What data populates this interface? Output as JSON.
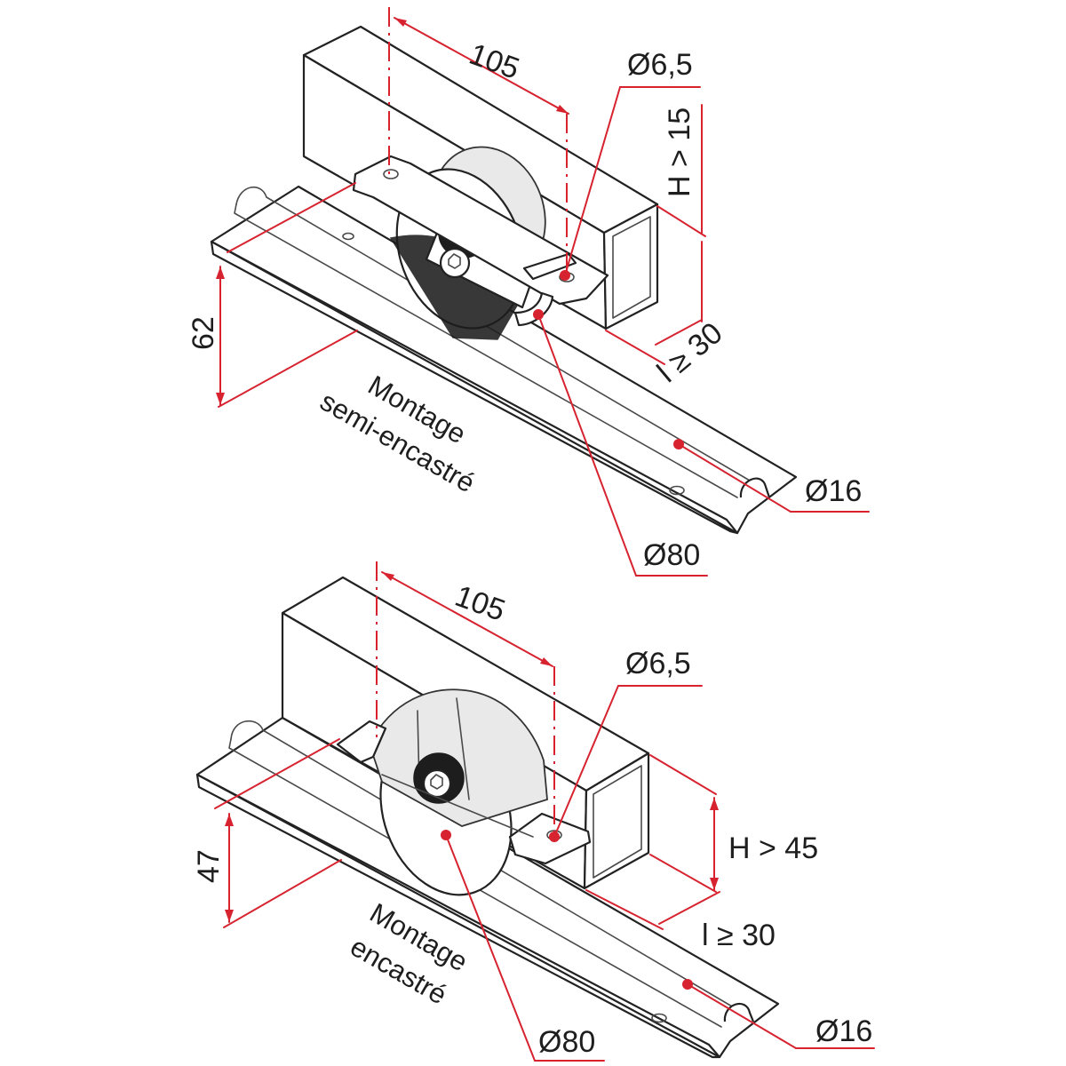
{
  "top": {
    "dim_spacing": "105",
    "dim_hole": "Ø6,5",
    "dim_height": "H > 15",
    "dim_width": "l ≥ 30",
    "dim_offset": "62",
    "dim_rail": "Ø16",
    "dim_wheel": "Ø80",
    "caption_line1": "Montage",
    "caption_line2": "semi-encastré"
  },
  "bottom": {
    "dim_spacing": "105",
    "dim_hole": "Ø6,5",
    "dim_height": "H > 45",
    "dim_width": "l ≥ 30",
    "dim_offset": "47",
    "dim_rail": "Ø16",
    "dim_wheel": "Ø80",
    "caption_line1": "Montage",
    "caption_line2": "encastré"
  },
  "colors": {
    "dimension": "#d7232f",
    "outline": "#222222"
  }
}
